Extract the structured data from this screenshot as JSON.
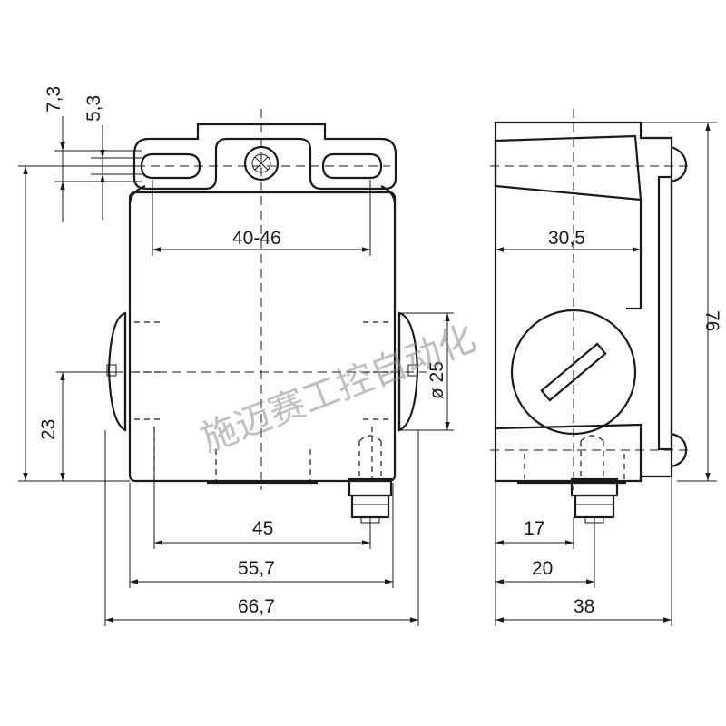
{
  "front_view": {
    "dim_top_left_a": "7,3",
    "dim_top_left_b": "5,3",
    "dim_mount_slot": "40-46",
    "dim_left_height": "23",
    "dim_roller_diameter": "ø 25",
    "dim_bottom_inner": "45",
    "dim_bottom_mid": "55,7",
    "dim_bottom_total": "66,7"
  },
  "side_view": {
    "dim_top": "30,5",
    "dim_right_height": "76",
    "dim_bottom_a": "17",
    "dim_bottom_b": "20",
    "dim_bottom_total": "38"
  },
  "watermark": "施迈赛工控自动化"
}
